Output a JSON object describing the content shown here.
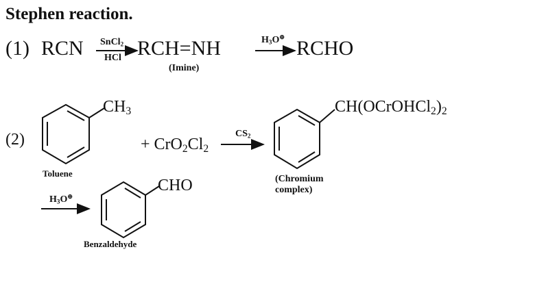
{
  "title": "Stephen reaction.",
  "reaction1": {
    "number": "(1)",
    "reactant": "RCN",
    "reagent_top": {
      "main": "SnCl",
      "sub": "2"
    },
    "reagent_bottom": "HCl",
    "intermediate": "RCH=NH",
    "intermediate_label": "(Imine)",
    "reagent2": {
      "main": "H",
      "sub": "3",
      "rest": "O",
      "sup": "⊕"
    },
    "product": "RCHO"
  },
  "reaction2": {
    "number": "(2)",
    "reactant1_substituent": {
      "main": "CH",
      "sub": "3"
    },
    "reactant1_label": "Toluene",
    "reactant2": {
      "plus": "+ CrO",
      "sub1": "2",
      "mid": "Cl",
      "sub2": "2"
    },
    "solvent": {
      "main": "CS",
      "sub": "2"
    },
    "intermediate_substituent": {
      "main": "CH(OCrOHCl",
      "sub1": "2",
      "close": ")",
      "sub2": "2"
    },
    "intermediate_label_line1": "(Chromium",
    "intermediate_label_line2": "complex)",
    "reagent": {
      "main": "H",
      "sub": "3",
      "rest": "O",
      "sup": "⊕"
    },
    "product_substituent": "CHO",
    "product_label": "Benzaldehyde"
  }
}
